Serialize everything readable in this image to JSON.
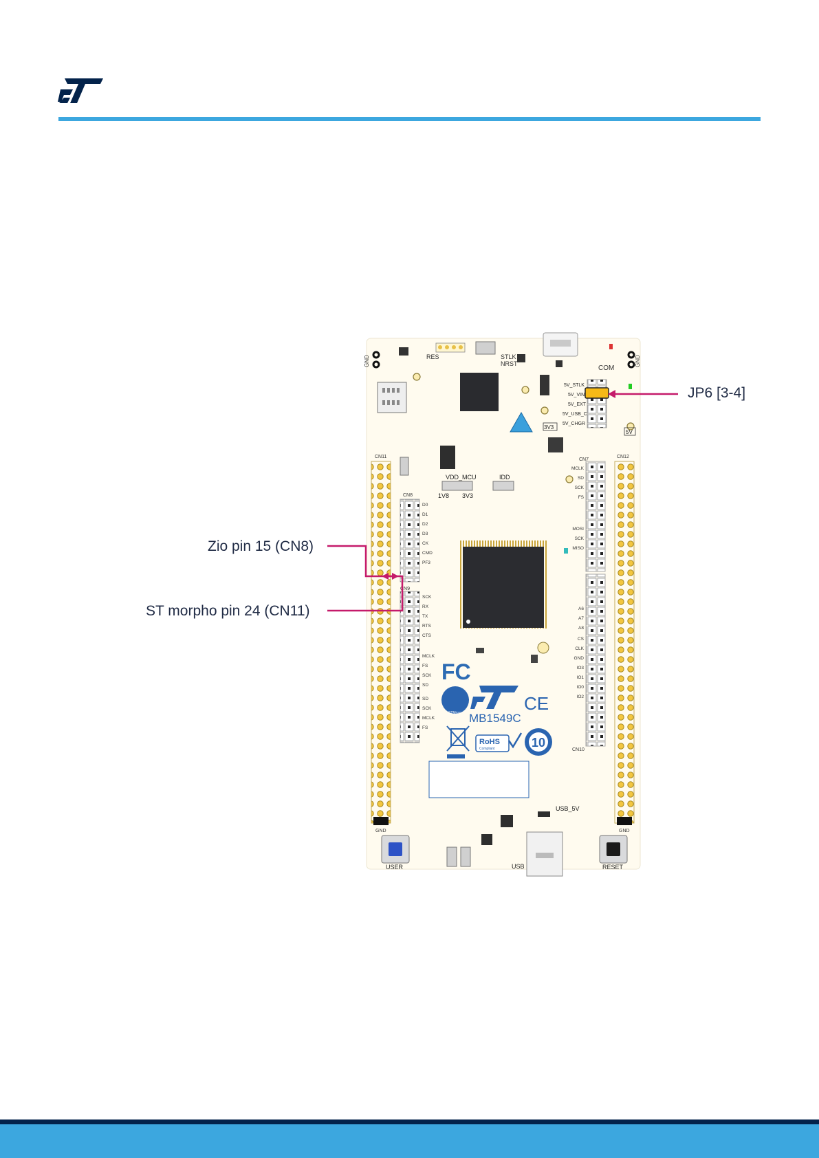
{
  "brand": {
    "logo_icon": "st-logo-icon",
    "accent": "#3ca7df",
    "dark": "#03234b",
    "callout_color": "#c51a6a"
  },
  "board": {
    "model": "MB1549C",
    "labels": {
      "usb": "USB",
      "user": "USER",
      "reset": "RESET",
      "usb_5v": "USB_5V",
      "gnd": "GND",
      "v5": "5V",
      "v3v3": "3V3",
      "v1v8": "1V8",
      "vdd_mcu": "VDD_MCU",
      "idd": "IDD",
      "com": "COM",
      "stlk": "STLK",
      "nrst": "NRST",
      "res": "RES",
      "cn7": "CN7",
      "cn8": "CN8",
      "cn9": "CN9",
      "cn10": "CN10",
      "cn11": "CN11",
      "cn12": "CN12",
      "rohs": "RoHS",
      "rohs_sub": "Compliant",
      "fc": "FC",
      "ce": "CE",
      "ten": "10"
    },
    "jp6_rows": [
      "5V_STLK",
      "5V_VIN",
      "5V_EXT",
      "5V_USB_C",
      "5V_CHGR"
    ],
    "cn8_pins": [
      "D0",
      "D1",
      "D2",
      "D3",
      "CK",
      "CMD",
      "PF3"
    ],
    "cn9_pins": [
      "SCK",
      "RX",
      "TX",
      "RTS",
      "CTS",
      "",
      "MCLK",
      "FS",
      "SCK",
      "SD",
      "",
      "SD",
      "SCK",
      "MCLK",
      "FS"
    ],
    "cn7_pins": [
      "MCLK",
      "SD",
      "SCK",
      "FS",
      "",
      "",
      "MOSI",
      "SCK",
      "MISO"
    ],
    "cn10_pins": [
      "",
      "",
      "",
      "A6",
      "A7",
      "A8",
      "CS",
      "CLK",
      "GND",
      "IO3",
      "IO1",
      "IO0",
      "IO2"
    ]
  },
  "callouts": {
    "jp6": "JP6 [3-4]",
    "zio": "Zio pin 15 (CN8)",
    "morpho": "ST morpho pin 24 (CN11)"
  }
}
